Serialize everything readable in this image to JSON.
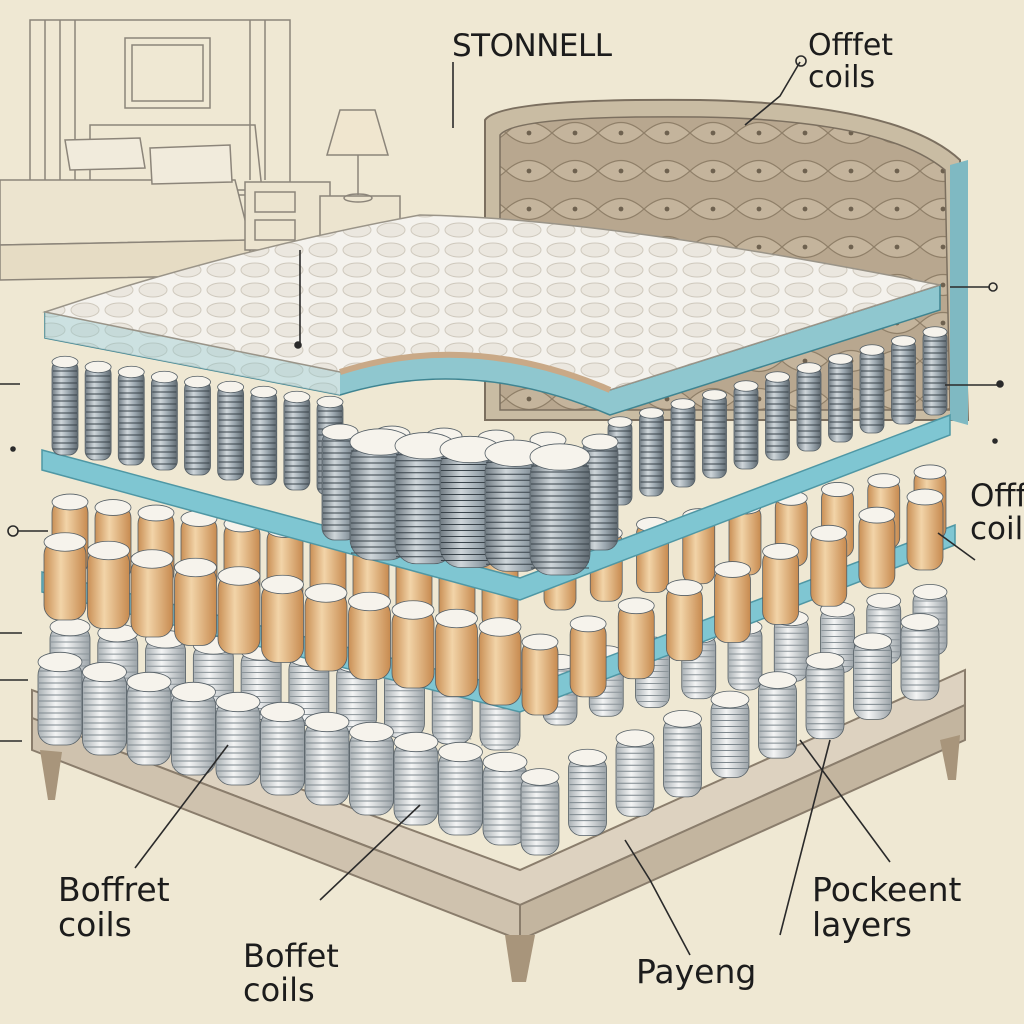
{
  "labels": {
    "stonnell": "STONNELL",
    "offset_coils_top": "Offfet\ncoils",
    "offset_coils_right": "Offf\ncoils",
    "boffret_coils": "Boffret\ncoils",
    "boffet_coils": "Boffet\ncoils",
    "payeng": "Payeng",
    "pockeent_layers": "Pockeent\nlayers"
  },
  "colors": {
    "background": "#efe8d3",
    "sketch": "#8c857a",
    "headboard": "#b5a48c",
    "pillow_top": "#f3f1ec",
    "steel_coil": "#8e9aa3",
    "wood_coil": "#e2b178",
    "white_coil": "#e9eaea",
    "platform": "#7fc6d2",
    "base": "#ddd2c0"
  },
  "icons": [
    "bed-sketch-icon",
    "lamp-sketch-icon",
    "nightstand-sketch-icon",
    "headboard-icon",
    "mattress-icon",
    "coil-spring-icon"
  ]
}
